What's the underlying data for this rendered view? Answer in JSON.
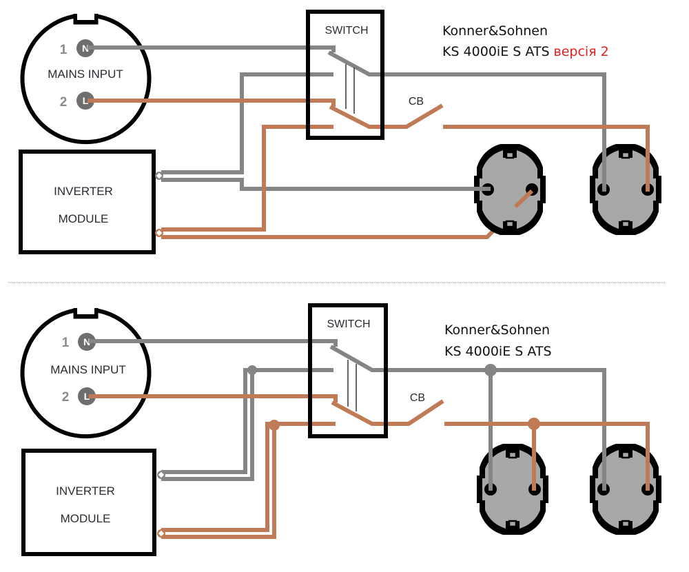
{
  "colors": {
    "neutral_wire": "#858585",
    "live_wire": "#c07a55",
    "outline": "#000000",
    "socket_face": "#a8a8a8",
    "version_text": "#e41e1e",
    "separator": "#888888"
  },
  "diagrams": [
    {
      "id": "version-2",
      "mains_input": {
        "label": "MAINS INPUT",
        "pins": [
          {
            "number": "1",
            "letter": "N"
          },
          {
            "number": "2",
            "letter": "L"
          }
        ]
      },
      "switch_label": "SWITCH",
      "breaker_label": "CB",
      "inverter_label_line1": "INVERTER",
      "inverter_label_line2": "MODULE",
      "title_line1": "Konner&Sohnen",
      "title_line2": "KS 4000iE S ATS",
      "version_note": "версія 2",
      "sockets": [
        "socket-1",
        "socket-2"
      ]
    },
    {
      "id": "original",
      "mains_input": {
        "label": "MAINS INPUT",
        "pins": [
          {
            "number": "1",
            "letter": "N"
          },
          {
            "number": "2",
            "letter": "L"
          }
        ]
      },
      "switch_label": "SWITCH",
      "breaker_label": "CB",
      "inverter_label_line1": "INVERTER",
      "inverter_label_line2": "MODULE",
      "title_line1": "Konner&Sohnen",
      "title_line2": "KS 4000iE S ATS",
      "sockets": [
        "socket-1",
        "socket-2"
      ]
    }
  ]
}
